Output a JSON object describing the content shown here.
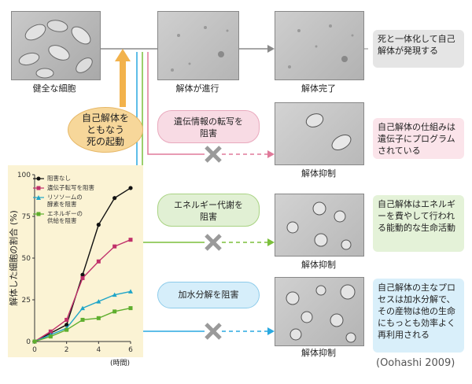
{
  "captions": {
    "healthy": "健全な細胞",
    "progress": "解体が進行",
    "complete": "解体完了",
    "suppress1": "解体抑制",
    "suppress2": "解体抑制",
    "suppress3": "解体抑制"
  },
  "trigger": {
    "text": "自己解体を\nともなう\n死の起動"
  },
  "inhibitors": {
    "transcription": "遺伝情報の転写を\n阻害",
    "energy": "エネルギー代謝を\n阻害",
    "hydrolysis": "加水分解を阻害"
  },
  "notes": {
    "n1": "死と一体化して自己解体が発現する",
    "n2": "自己解体の仕組みは遺伝子にプログラムされている",
    "n3": "自己解体はエネルギーを費やして行われる能動的な生命活動",
    "n4": "自己解体の主なプロセスは加水分解で、その産物は他の生命にもっとも効率よく再利用される"
  },
  "citation": "(Oohashi 2009)",
  "colors": {
    "pink": "#e07a9a",
    "green": "#7cbf3c",
    "blue": "#2aa9e0",
    "orange": "#f2b24c",
    "gray": "#8a8a8a"
  },
  "chart_data": {
    "type": "line",
    "ylabel": "解体した細胞の割合 (%)",
    "xlabel": "(時間)",
    "xlim": [
      0,
      6
    ],
    "ylim": [
      0,
      100
    ],
    "xticks": [
      0,
      2,
      4,
      6
    ],
    "yticks": [
      0,
      25,
      50,
      75,
      100
    ],
    "x": [
      0,
      1,
      2,
      3,
      4,
      5,
      6
    ],
    "series": [
      {
        "name": "阻害なし",
        "color": "#111111",
        "marker": "circle",
        "values": [
          0,
          5,
          10,
          40,
          70,
          86,
          92
        ]
      },
      {
        "name": "遺伝子転写を阻害",
        "color": "#c0306a",
        "marker": "square",
        "values": [
          0,
          6,
          13,
          38,
          48,
          57,
          61
        ]
      },
      {
        "name": "リソソームの\n酵素を阻害",
        "color": "#1fa5c8",
        "marker": "triangle",
        "values": [
          0,
          4,
          8,
          20,
          24,
          28,
          30
        ]
      },
      {
        "name": "エネルギーの\n供給を阻害",
        "color": "#5fae2e",
        "marker": "square",
        "values": [
          0,
          3,
          7,
          13,
          14,
          18,
          20
        ]
      }
    ]
  }
}
